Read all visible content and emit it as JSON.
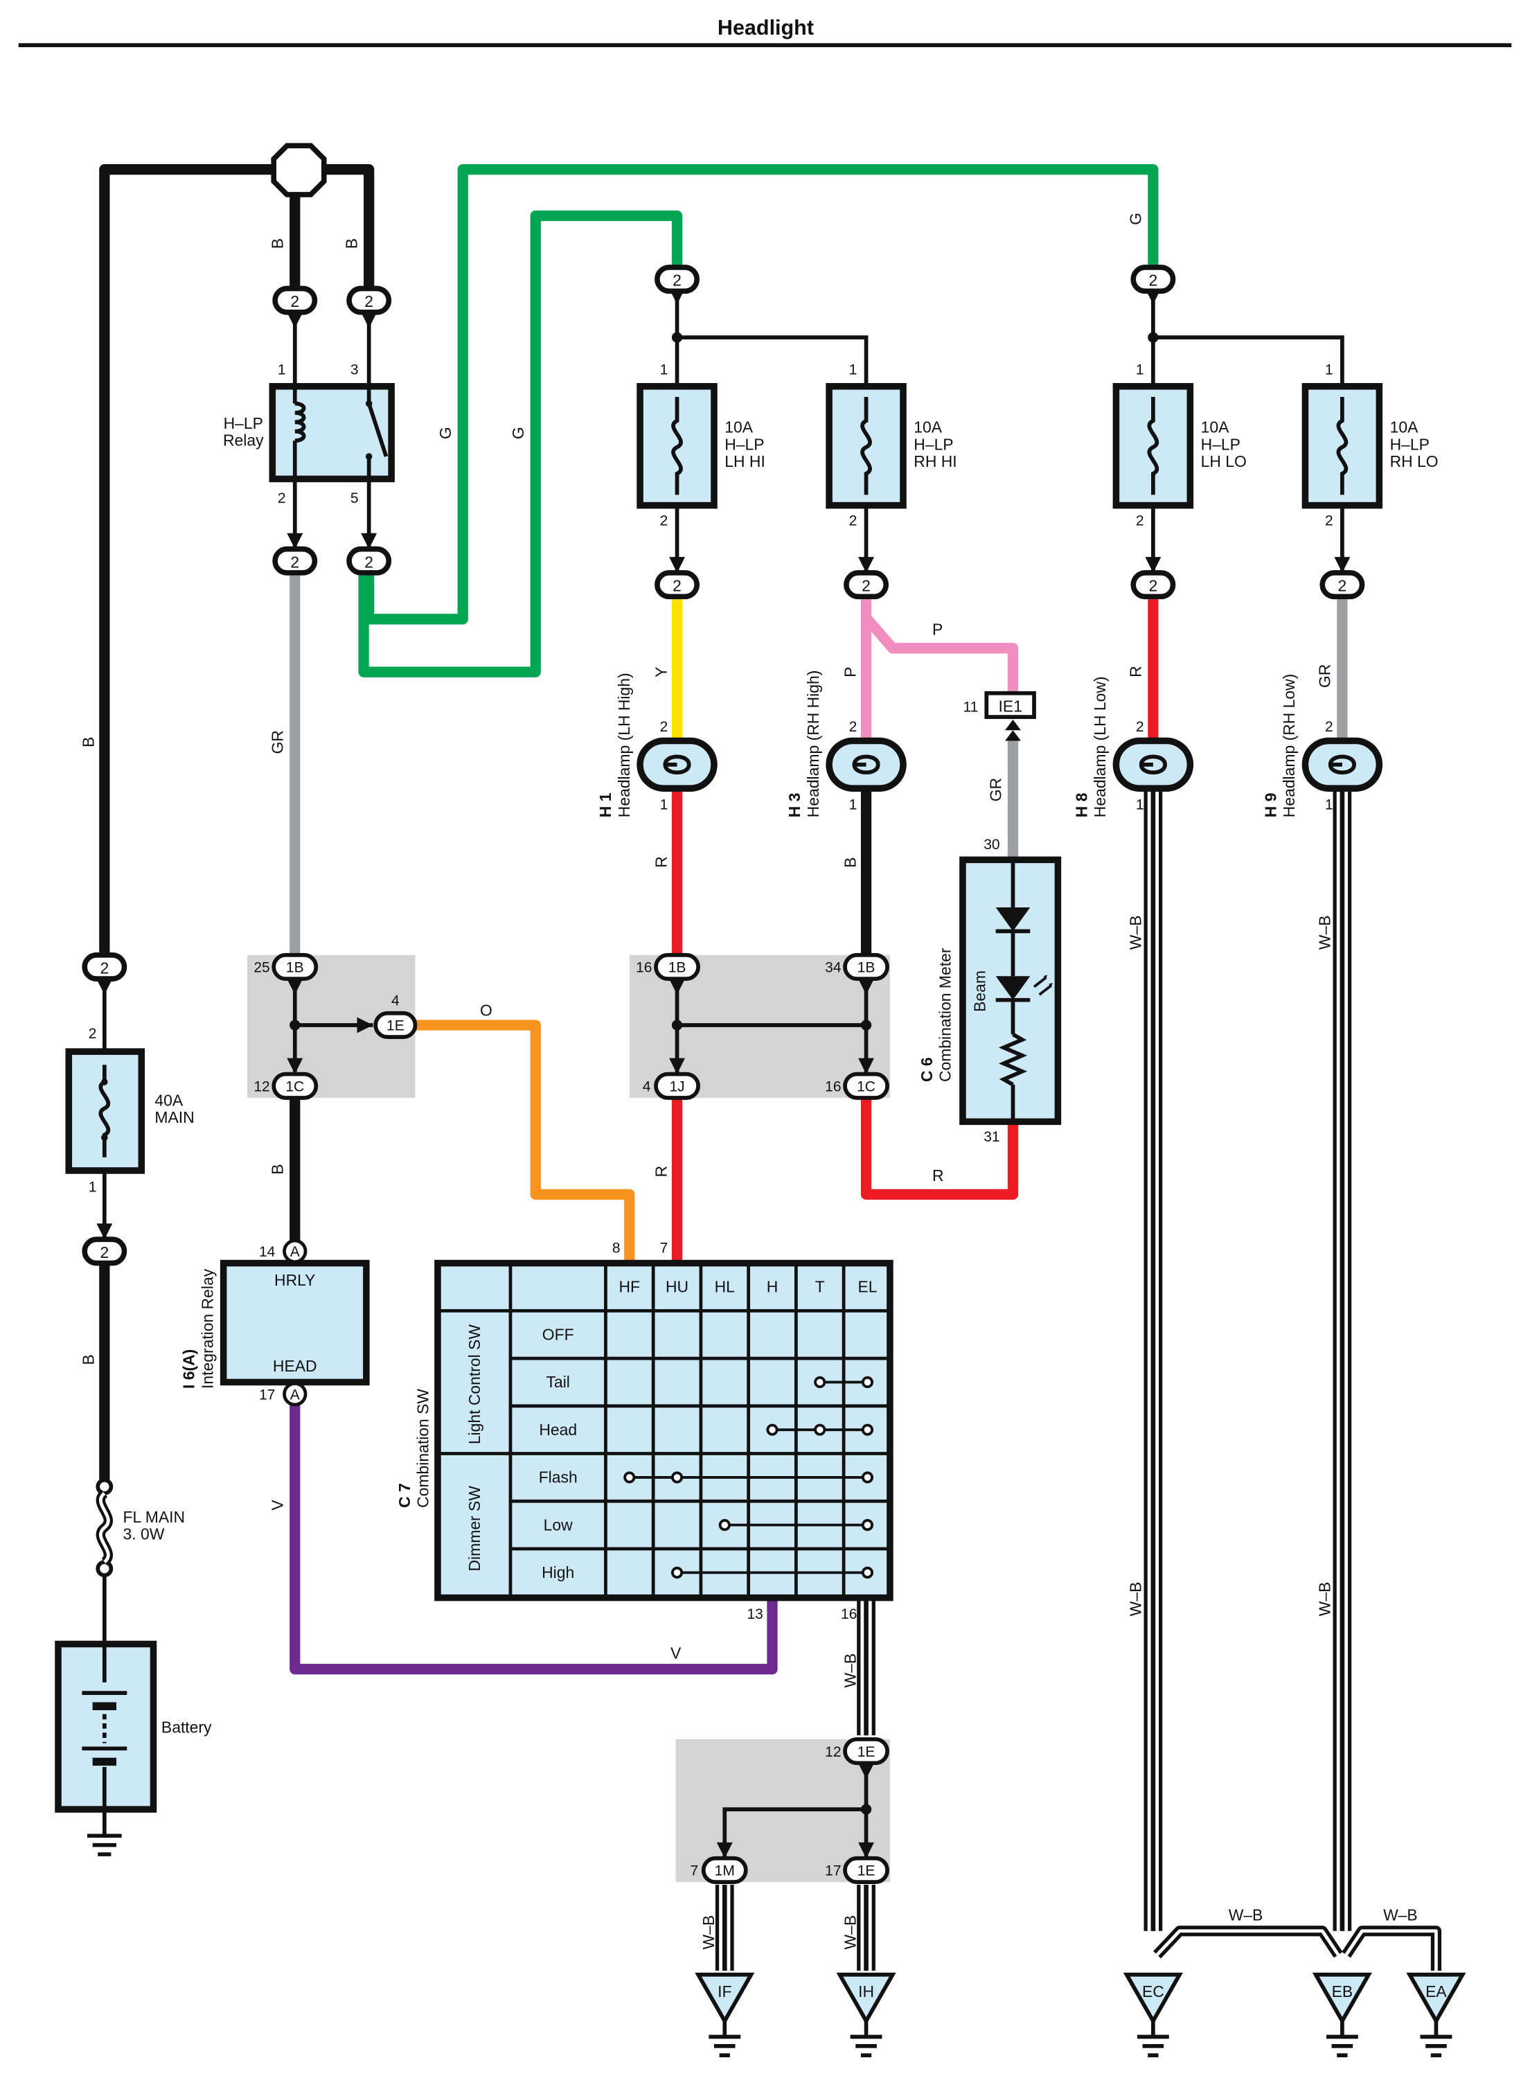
{
  "title": "Headlight",
  "wire_labels": {
    "black": "B",
    "green": "G",
    "gray_red": "GR",
    "yellow": "Y",
    "pink": "P",
    "red": "R",
    "white_black": "W–B",
    "orange": "O",
    "violet": "V"
  },
  "colors": {
    "black": "#111111",
    "green": "#00a651",
    "gray": "#9d9fa2",
    "yellow": "#ffe100",
    "pink": "#f08ec0",
    "red": "#ed1c24",
    "orange": "#f7941d",
    "violet": "#6d2b90",
    "component_fill": "#cde9f6",
    "junction_shade": "#d4d4d4"
  },
  "relay": {
    "name": "H–LP",
    "label2": "Relay",
    "pins": [
      "1",
      "3",
      "2",
      "5"
    ]
  },
  "fuses": [
    {
      "rating": "10A",
      "name": "H–LP",
      "side": "LH HI",
      "pin_in": "1",
      "pin_out": "2"
    },
    {
      "rating": "10A",
      "name": "H–LP",
      "side": "RH HI",
      "pin_in": "1",
      "pin_out": "2"
    },
    {
      "rating": "10A",
      "name": "H–LP",
      "side": "LH LO",
      "pin_in": "1",
      "pin_out": "2"
    },
    {
      "rating": "10A",
      "name": "H–LP",
      "side": "RH LO",
      "pin_in": "1",
      "pin_out": "2"
    }
  ],
  "main_fuse": {
    "rating": "40A",
    "name": "MAIN",
    "pin_top": "2",
    "pin_bottom": "1"
  },
  "fusible_link": {
    "name": "FL MAIN",
    "rating": "3. 0W"
  },
  "battery": {
    "name": "Battery"
  },
  "headlamps": [
    {
      "code": "H 1",
      "name": "Headlamp (LH High)",
      "pin_top": "2",
      "pin_bottom": "1"
    },
    {
      "code": "H 3",
      "name": "Headlamp (RH High)",
      "pin_top": "2",
      "pin_bottom": "1"
    },
    {
      "code": "H 8",
      "name": "Headlamp (LH Low)",
      "pin_top": "2",
      "pin_bottom": "1"
    },
    {
      "code": "H 9",
      "name": "Headlamp (RH Low)",
      "pin_top": "2",
      "pin_bottom": "1"
    }
  ],
  "connector_2": "2",
  "combination_meter": {
    "code": "C 6",
    "name": "Combination Meter",
    "inner": "Beam",
    "pin_top": "30",
    "pin_bottom": "31",
    "connector": "IE1",
    "connector_pin": "11"
  },
  "integration_relay": {
    "code": "I 6(A)",
    "name": "Integration Relay",
    "top_label": "HRLY",
    "bottom_label": "HEAD",
    "pin_top": "14",
    "pin_bottom": "17",
    "connector": "A"
  },
  "combination_sw": {
    "code": "C 7",
    "name": "Combination SW",
    "group_light": "Light Control SW",
    "group_dimmer": "Dimmer SW",
    "columns": [
      "HF",
      "HU",
      "HL",
      "H",
      "T",
      "EL"
    ],
    "rows": [
      "OFF",
      "Tail",
      "Head",
      "Flash",
      "Low",
      "High"
    ],
    "pins": {
      "hf": "8",
      "hu": "7",
      "v": "13",
      "wb": "16"
    }
  },
  "junctions": {
    "j1": [
      {
        "pin": "25",
        "conn": "1B"
      },
      {
        "pin": "4",
        "conn": "1E"
      },
      {
        "pin": "12",
        "conn": "1C"
      }
    ],
    "j2": [
      {
        "pin": "16",
        "conn": "1B"
      },
      {
        "pin": "34",
        "conn": "1B"
      },
      {
        "pin": "4",
        "conn": "1J"
      },
      {
        "pin": "16",
        "conn": "1C"
      }
    ],
    "j3": [
      {
        "pin": "12",
        "conn": "1E"
      },
      {
        "pin": "7",
        "conn": "1M"
      },
      {
        "pin": "17",
        "conn": "1E"
      }
    ]
  },
  "grounds": [
    "IF",
    "IH",
    "EC",
    "EB",
    "EA"
  ]
}
